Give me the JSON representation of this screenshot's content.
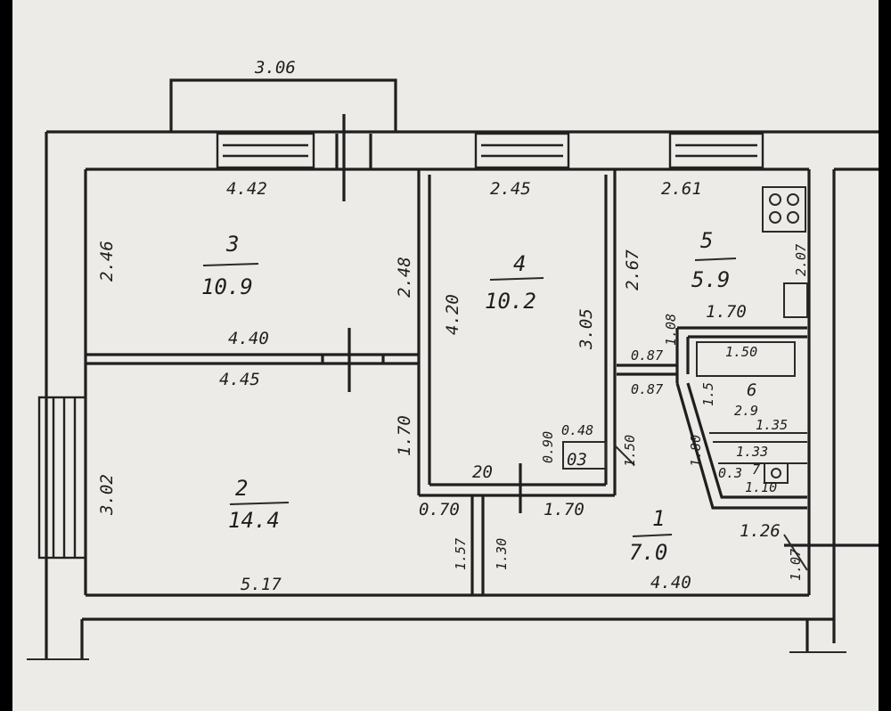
{
  "top_width": "3.06",
  "labels": {
    "r3_top": "4.42",
    "r3_left": "2.46",
    "r3_right": "2.48",
    "r3_bottom": "4.40",
    "r3_num": "3",
    "r3_area": "10.9",
    "r4_top": "2.45",
    "r4_left": "4.20",
    "r4_right": "3.05",
    "r4_num": "4",
    "r4_area": "10.2",
    "r4_bottom": "20",
    "r4_small": "0.48",
    "r4_small2": "0.90",
    "r4_closet": "03",
    "r4_side": "1.50",
    "r5_top": "2.61",
    "r5_left": "2.67",
    "r5_right": "2.07",
    "r5_num": "5",
    "r5_area": "5.9",
    "r5_bottom": "1.70",
    "r5_small": "1.08",
    "r2_top": "4.45",
    "r2_left": "3.02",
    "r2_right": "1.70",
    "r2_num": "2",
    "r2_area": "14.4",
    "r2_bottom": "5.17",
    "hall_070": "0.70",
    "hall_157": "1.57",
    "hall_130": "1.30",
    "hall_170": "1.70",
    "hall_num": "1",
    "hall_area": "7.0",
    "hall_bottom": "4.40",
    "hall_126": "1.26",
    "hall_107": "1.07",
    "b_087a": "0.87",
    "b_087b": "0.87",
    "b_150": "1.50",
    "b_num": "6",
    "b_15": "1.5",
    "b_29": "2.9",
    "b_135": "1.35",
    "b_180": "1.80",
    "b_133": "1.33",
    "b_7": "7",
    "b_03": "0.3",
    "b_110": "1.10"
  }
}
